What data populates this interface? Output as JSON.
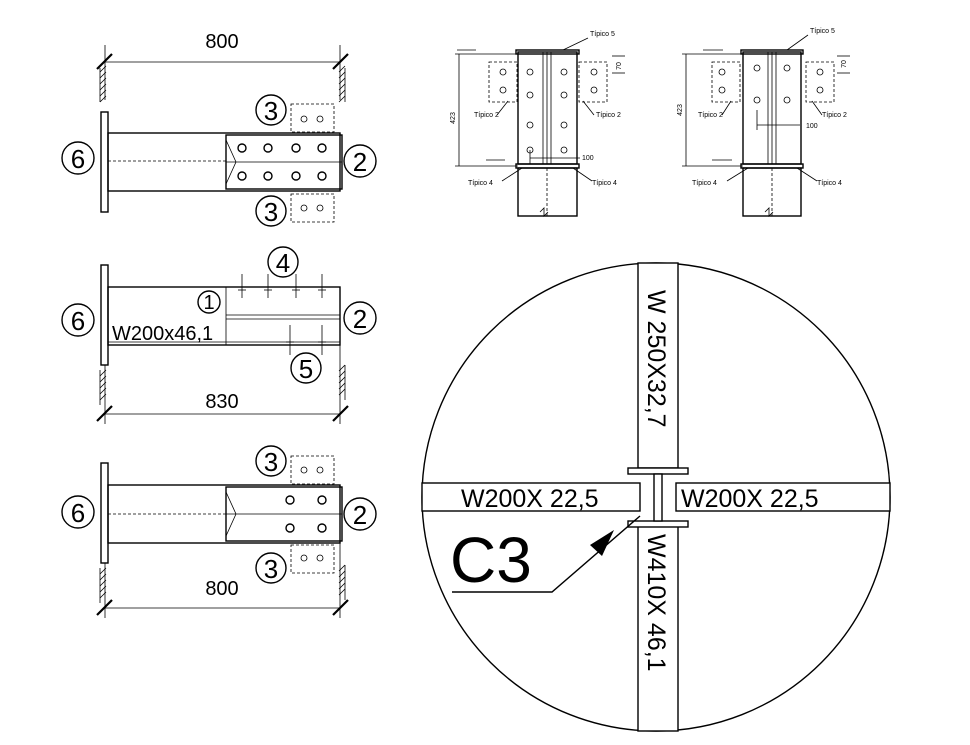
{
  "details": {
    "top": {
      "dimension": "800",
      "left_mark": "6",
      "right_mark": "2",
      "upper_mark": "3",
      "lower_mark": "3"
    },
    "middle": {
      "dimension": "830",
      "left_mark": "6",
      "right_mark": "2",
      "top_mark": "4",
      "bottom_mark": "5",
      "inner_mark": "1",
      "section_label": "W200x46,1"
    },
    "bottom": {
      "dimension": "800",
      "left_mark": "6",
      "right_mark": "2",
      "upper_mark": "3",
      "lower_mark": "3"
    }
  },
  "elevations": {
    "left": {
      "note_top": "Típico 5",
      "note_left": "Típico 2",
      "note_right": "Típico 2",
      "note_bottom_left": "Típico 4",
      "note_bottom_right": "Típico 4",
      "dim_vertical": "423",
      "dim_small": "70",
      "dim_bottom": "100"
    },
    "right": {
      "note_top": "Típico 5",
      "note_left": "Típico 2",
      "note_right": "Típico 2",
      "note_bottom_left": "Típico 4",
      "note_bottom_right": "Típico 4",
      "dim_vertical": "423",
      "dim_small": "70",
      "dim_bottom": "100"
    }
  },
  "key_plan": {
    "column_above": "W 250X32,7",
    "column_below": "W410X 46,1",
    "beam_left": "W200X 22,5",
    "beam_right": "W200X 22,5",
    "connection_label": "C3"
  }
}
